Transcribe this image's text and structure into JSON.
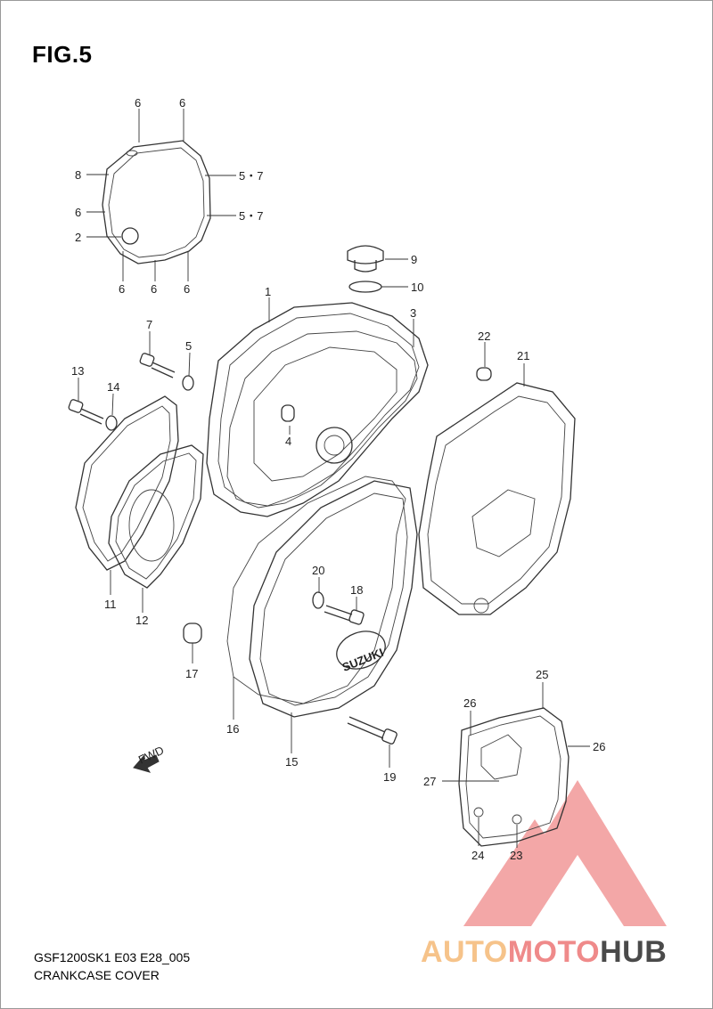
{
  "figure_title": "FIG.5",
  "caption_code": "GSF1200SK1 E03 E28_005",
  "caption_name": "CRANKCASE COVER",
  "watermark": {
    "part1": "AUTO",
    "part2": "MOTO",
    "part3": "HUB"
  },
  "fwd_label": "FWD",
  "logo_text": "SUZUKI",
  "callouts": {
    "c1": "1",
    "c2": "2",
    "c3": "3",
    "c4": "4",
    "c5": "5",
    "c5_7a": "5・7",
    "c5_7b": "5・7",
    "c6a": "6",
    "c6b": "6",
    "c6c": "6",
    "c6d": "6",
    "c6e": "6",
    "c6f": "6",
    "c7": "7",
    "c8": "8",
    "c9": "9",
    "c10": "10",
    "c11": "11",
    "c12": "12",
    "c13": "13",
    "c14": "14",
    "c15": "15",
    "c16": "16",
    "c17": "17",
    "c18": "18",
    "c19": "19",
    "c20": "20",
    "c21": "21",
    "c22": "22",
    "c23": "23",
    "c24": "24",
    "c25": "25",
    "c26a": "26",
    "c26b": "26",
    "c27": "27"
  },
  "colors": {
    "line": "#333333",
    "watermark_red": "#ef8a8a",
    "watermark_orange": "#f6c38a",
    "watermark_gray": "#4a4a4a"
  }
}
